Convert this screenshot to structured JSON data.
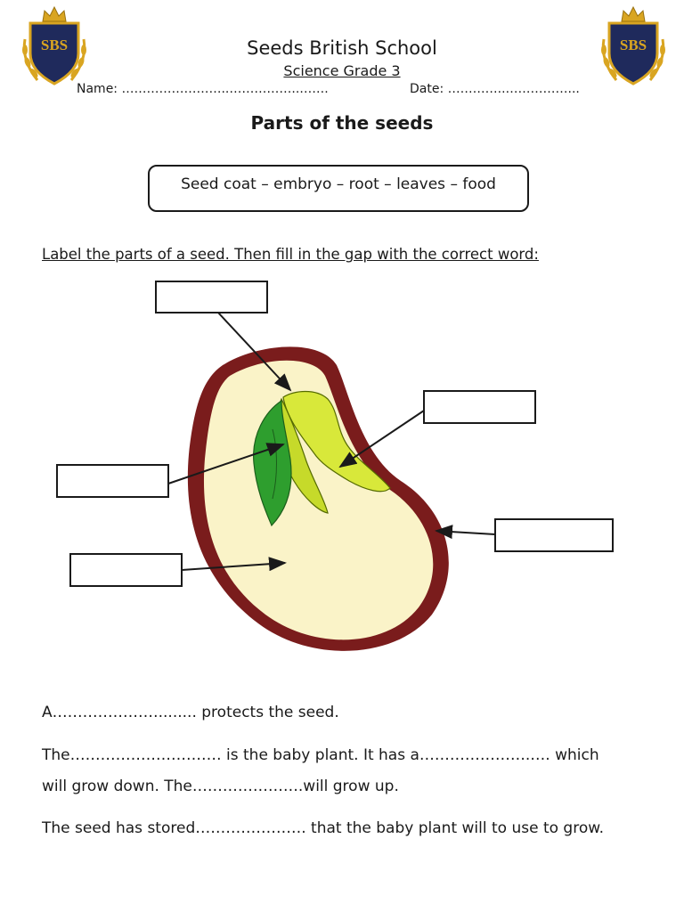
{
  "header": {
    "logo_text": "SBS",
    "school_name": "Seeds British School",
    "grade": "Science Grade 3",
    "name_label": "Name: ……………………..……………..…….",
    "date_label": "Date: …………..……………..."
  },
  "title": "Parts of the seeds",
  "word_bank": "Seed coat – embryo – root – leaves – food",
  "instruction": "Label the parts of a seed. Then fill in the gap with the correct word:",
  "diagram": {
    "label_boxes": [
      "",
      "",
      "",
      "",
      ""
    ],
    "colors": {
      "seed_coat": "#7a1c1c",
      "food": "#faf3c8",
      "leaves": "#2e9e2e",
      "embryo": "#d8e83a"
    }
  },
  "sentences": [
    "A…………………........ protects the seed.",
    "The………………………… is the baby plant. It has a………………….…. which",
    "will grow down. The………………….will grow up.",
    "The seed has stored…………………. that the baby plant will to use to grow."
  ]
}
